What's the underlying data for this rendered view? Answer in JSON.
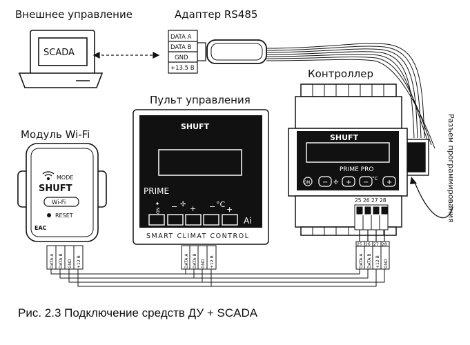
{
  "labels": {
    "external_control": "Внешнее управление",
    "adapter": "Адаптер RS485",
    "controller": "Контроллер",
    "remote": "Пульт управления",
    "wifi_module": "Модуль Wi-Fi",
    "prog_connector": "Разъем программирования"
  },
  "computer": {
    "screen_text": "SCADA"
  },
  "adapter_terminals": [
    "DATA A",
    "DATA B",
    "GND",
    "+13.5 B"
  ],
  "brand": "SHUFT",
  "wifi": {
    "mode": "MODE",
    "wifi": "Wi-Fi",
    "reset": "RESET",
    "cert": "EAC",
    "terminals": [
      "DATA A",
      "DATA B",
      "GND",
      "+12 B"
    ]
  },
  "remote": {
    "model": "PRIME",
    "on": "ON",
    "minus1": "−",
    "plus1": "+",
    "minus2": "−",
    "deg": "°C",
    "plus2": "+",
    "ai": "Ai",
    "subtitle": "SMART CLIMAT CONTROL",
    "terminals": [
      "DATA A",
      "DATA B",
      "GND",
      "+12 B"
    ]
  },
  "controller": {
    "model": "PRIME PRO",
    "on": "ON",
    "minus1": "−",
    "plus1": "+",
    "minus2": "−",
    "deg": "°C",
    "plus2": "+",
    "pin_numbers": [
      "25",
      "26",
      "27",
      "28"
    ],
    "terminals": [
      "DATA A",
      "DATA B",
      "+12 B",
      "GND"
    ]
  },
  "caption": "Рис. 2.3 Подключение средств ДУ +  SCADA"
}
